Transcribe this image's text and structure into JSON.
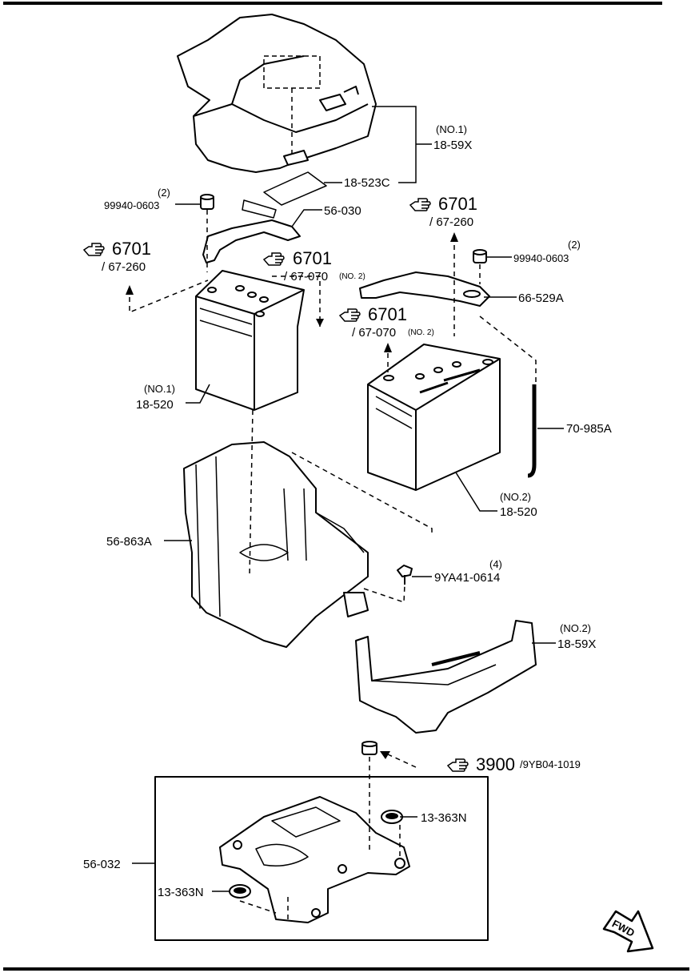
{
  "parts": {
    "cover_no1": {
      "note": "(NO.1)",
      "code": "18-59X"
    },
    "label_sticker": {
      "code": "18-523C"
    },
    "nut_left": {
      "qty": "(2)",
      "code": "99940-0603"
    },
    "bracket_left": {
      "code": "56-030"
    },
    "ref_left": {
      "ref": "6701",
      "sub": "/ 67-260"
    },
    "ref_mid": {
      "ref": "6701",
      "sub": "/ 67-070",
      "note": "(NO. 2)"
    },
    "ref_right_top": {
      "ref": "6701",
      "sub": "/ 67-260"
    },
    "nut_right": {
      "qty": "(2)",
      "code": "99940-0603"
    },
    "bracket_right": {
      "code": "66-529A"
    },
    "ref_battery2": {
      "ref": "6701",
      "sub": "/ 67-070",
      "note": "(NO. 2)"
    },
    "battery_no1": {
      "note": "(NO.1)",
      "code": "18-520"
    },
    "hose": {
      "code": "70-985A"
    },
    "battery_no2": {
      "note": "(NO.2)",
      "code": "18-520"
    },
    "tray": {
      "code": "56-863A"
    },
    "bolt": {
      "qty": "(4)",
      "code": "9YA41-0614"
    },
    "cover_no2": {
      "note": "(NO.2)",
      "code": "18-59X"
    },
    "ref_bottom": {
      "ref": "3900",
      "sub": "/9YB04-1019"
    },
    "plate": {
      "code": "56-032"
    },
    "grommet_right": {
      "code": "13-363N"
    },
    "grommet_left": {
      "code": "13-363N"
    }
  },
  "fwd_label": "FWD"
}
